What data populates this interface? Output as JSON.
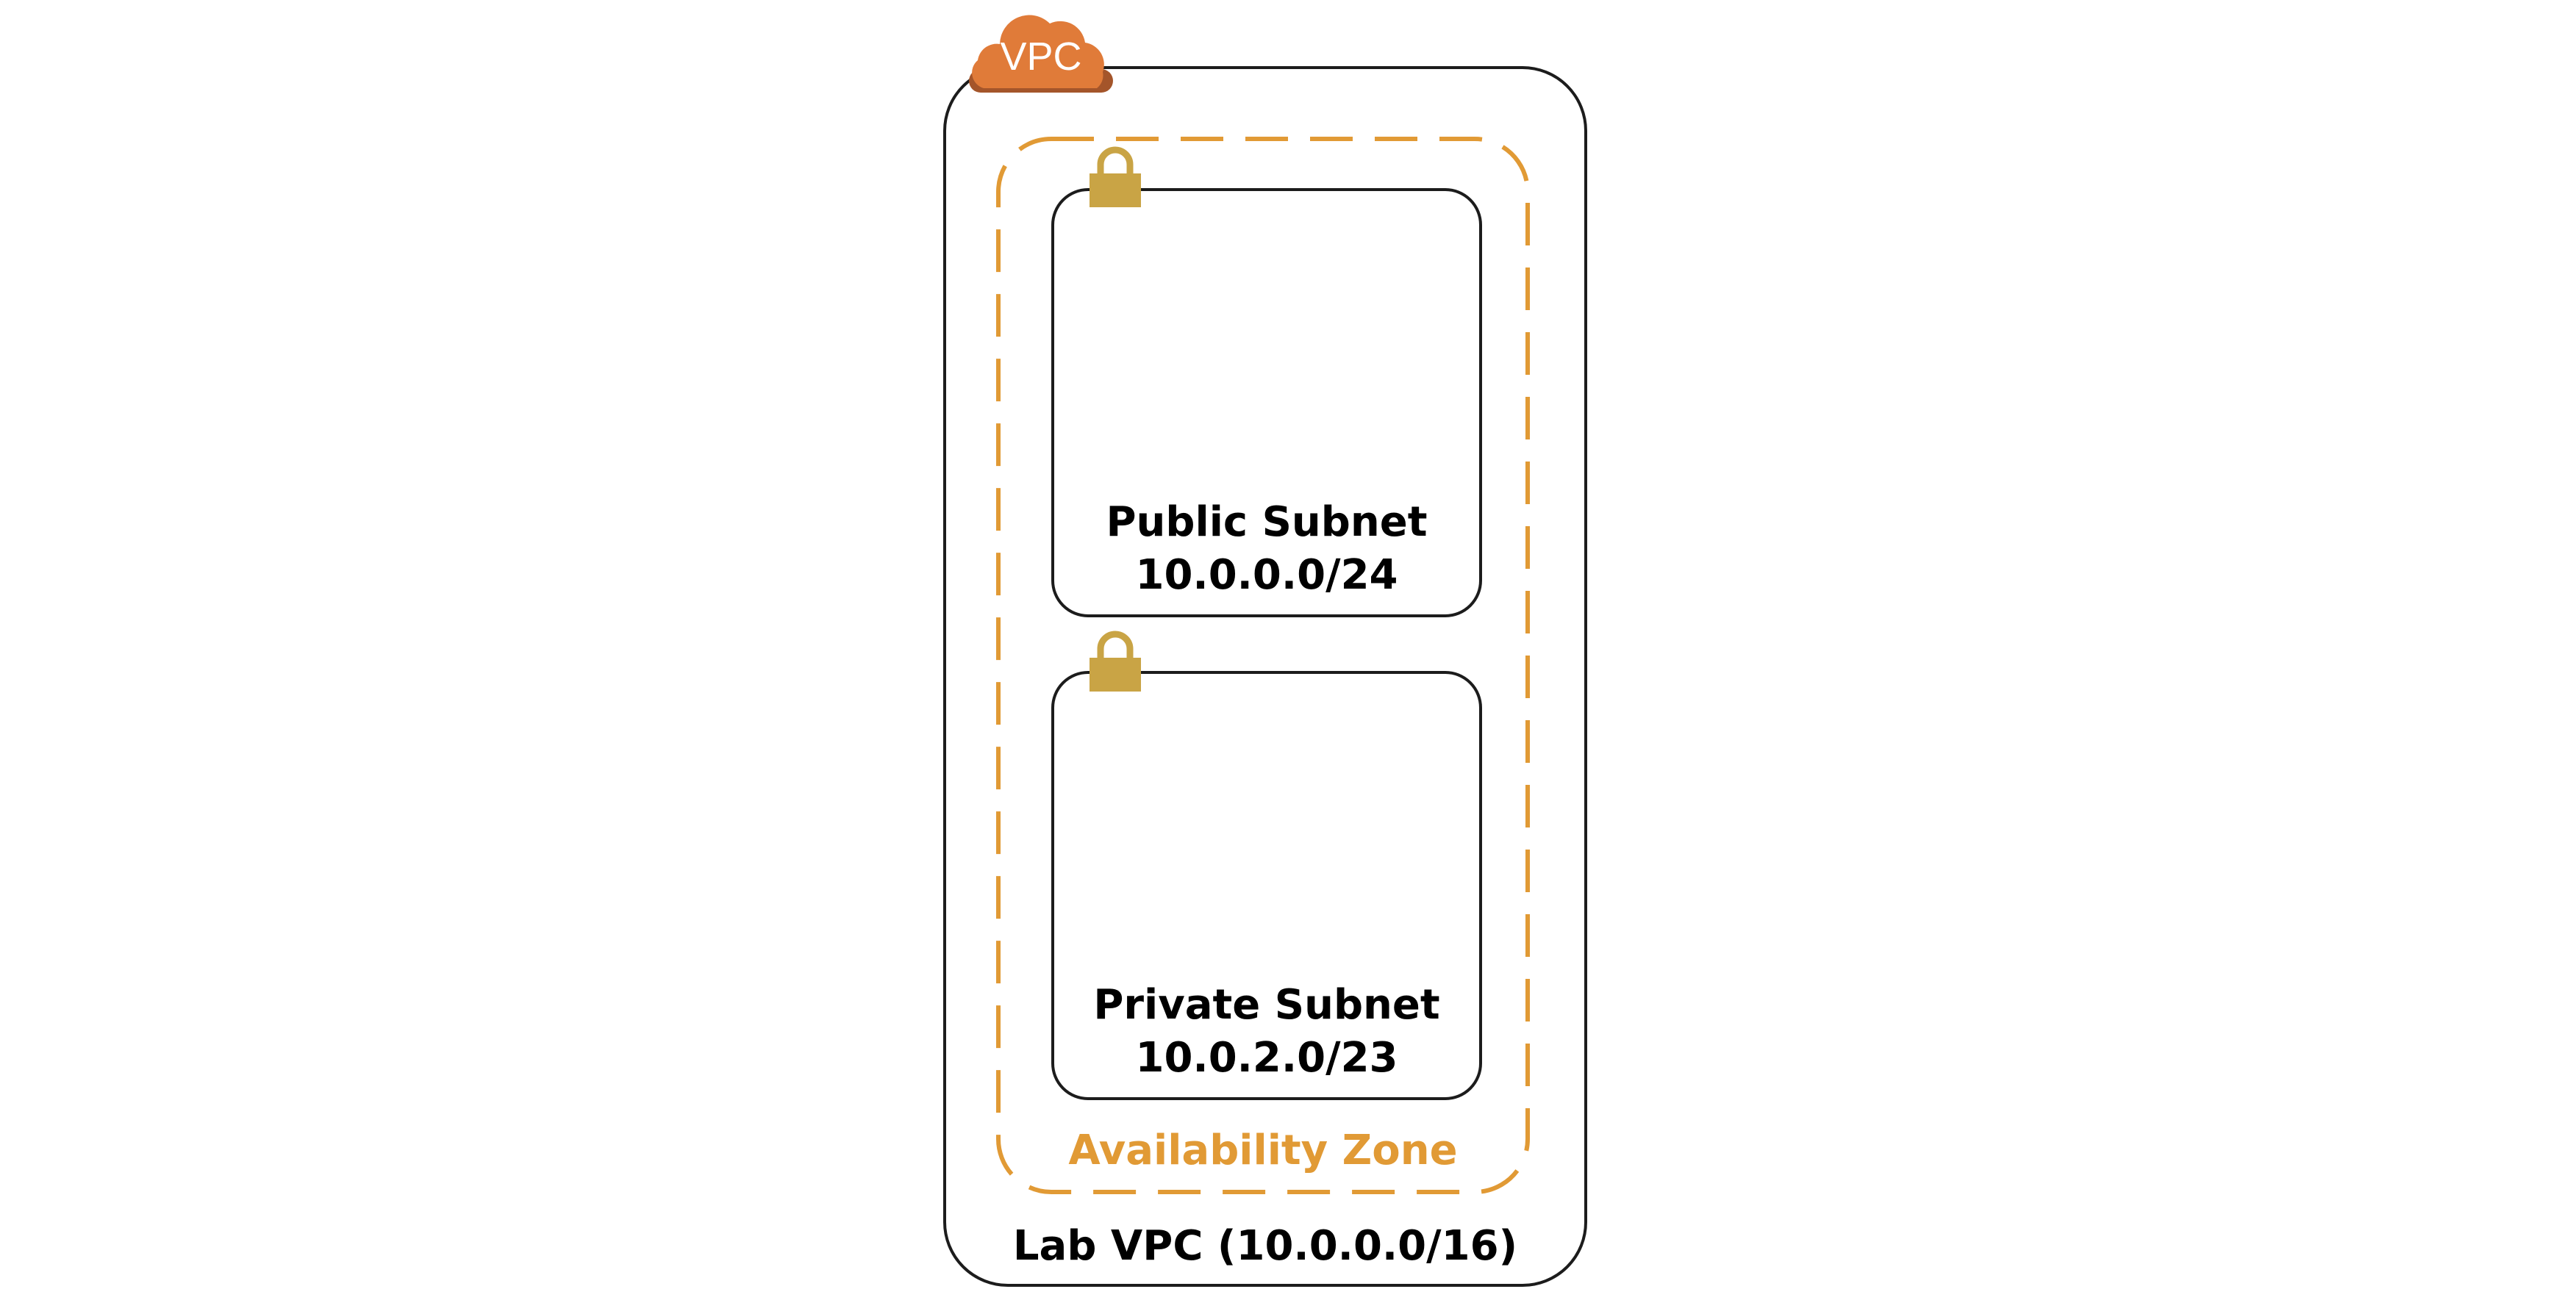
{
  "vpc": {
    "badge": "VPC",
    "label": "Lab VPC (10.0.0.0/16)"
  },
  "availability_zone": {
    "label": "Availability Zone"
  },
  "subnets": [
    {
      "name": "Public Subnet",
      "cidr": "10.0.0.0/24",
      "icon": "lock-icon"
    },
    {
      "name": "Private Subnet",
      "cidr": "10.0.2.0/23",
      "icon": "lock-icon"
    }
  ],
  "colors": {
    "vpc_cloud": "#E07B39",
    "vpc_cloud_shadow": "#A4552A",
    "availability_zone": "#E19A35",
    "lock": "#C9A445",
    "border": "#1C1C1C"
  }
}
